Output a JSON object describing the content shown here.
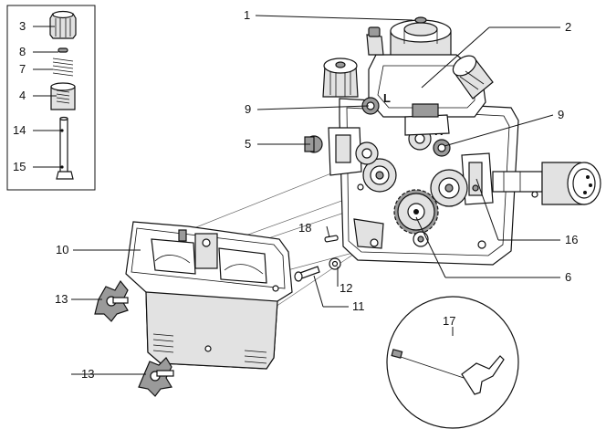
{
  "callouts": {
    "c1": "1",
    "c2": "2",
    "c3": "3",
    "c4": "4",
    "c5": "5",
    "c6": "6",
    "c7": "7",
    "c8": "8",
    "c9a": "9",
    "c9b": "9",
    "c10": "10",
    "c11": "11",
    "c12": "12",
    "c13a": "13",
    "c13b": "13",
    "c14": "14",
    "c15": "15",
    "c16": "16",
    "c17": "17",
    "c18": "18"
  },
  "markings": {
    "left_mark": "L",
    "right_mark": "R"
  }
}
